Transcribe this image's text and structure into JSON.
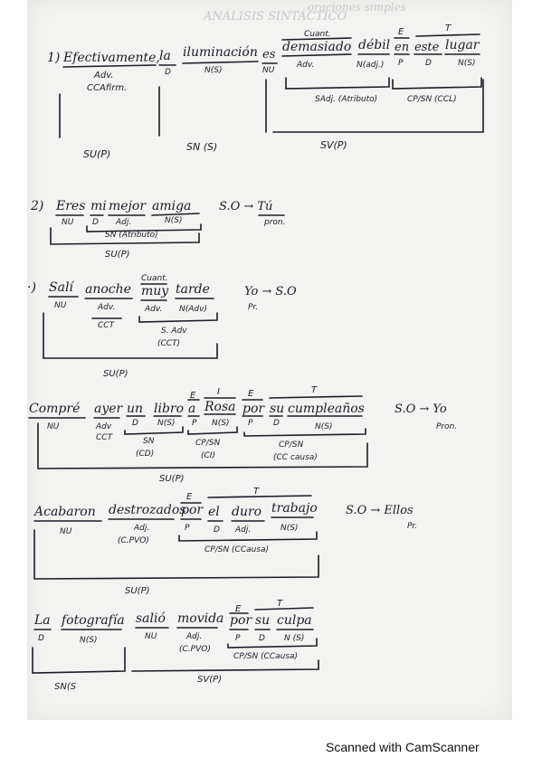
{
  "bleed_through": [
    "ANÁLISIS SINTÁCTICO",
    "oraciones simples"
  ],
  "s1": {
    "num": "1)",
    "w1": "Efectivamente,",
    "w2": "la",
    "w3": "iluminación",
    "w4": "es",
    "w5": "demasiado",
    "w6": "débil",
    "w7": "en",
    "w8": "este",
    "w9": "lugar",
    "t_adv": "Adv.",
    "t_ccafirm": "CCAfirm.",
    "t_d": "D",
    "t_ns": "N(S)",
    "t_nu": "NU",
    "t_adv2": "Adv.",
    "t_cuant": "Cuant.",
    "t_nadj": "N(adj.)",
    "t_e": "E",
    "t_p": "P",
    "t_t": "T",
    "t_d2": "D",
    "t_ns2": "N(S)",
    "g_sadj": "SAdj. (Atributo)",
    "g_cpsn": "CP/SN (CCL)",
    "g_sus": "SU(P)",
    "g_sns": "SN (S)",
    "g_svp": "SV(P)"
  },
  "s2": {
    "num": "2)",
    "w1": "Eres",
    "w2": "mi",
    "w3": "mejor",
    "w4": "amiga",
    "t_nu": "NU",
    "t_d": "D",
    "t_adj": "Adj.",
    "t_ns": "N(S)",
    "g_sn": "SN (Atributo)",
    "g_sup": "SU(P)",
    "so": "S.O → Tú",
    "so_pron": "pron."
  },
  "s3": {
    "num": "·)",
    "w1": "Salí",
    "w2": "anoche",
    "w3": "muy",
    "w4": "tarde",
    "t_nu": "NU",
    "t_adv": "Adv.",
    "t_cct": "CCT",
    "t_cuant": "Cuant.",
    "t_adv2": "Adv.",
    "t_nadv": "N(Adv)",
    "g_sadv": "S. Adv",
    "g_cct": "(CCT)",
    "g_sup": "SU(P)",
    "so": "Yo → S.O",
    "so_pr": "Pr."
  },
  "s4": {
    "w1": "Compré",
    "w2": "ayer",
    "w3": "un",
    "w4": "libro",
    "w5": "a",
    "w6": "Rosa",
    "w7": "por",
    "w8": "su",
    "w9": "cumpleaños",
    "t_nu": "NU",
    "t_adv": "Adv",
    "t_cct": "CCT",
    "t_d": "D",
    "t_ns": "N(S)",
    "t_e": "E",
    "t_p": "P",
    "t_i": "I",
    "t_ns2": "N(S)",
    "t_e2": "E",
    "t_p2": "P",
    "t_d2": "D",
    "t_t": "T",
    "t_ns3": "N(S)",
    "g_sn": "SN",
    "g_cd": "(CD)",
    "g_cpsn": "CP/SN",
    "g_ci": "(CI)",
    "g_cpsn2": "CP/SN",
    "g_cccausa": "(CC causa)",
    "g_sup": "SU(P)",
    "so": "S.O → Yo",
    "so_pron": "Pron."
  },
  "s5": {
    "w1": "Acabaron",
    "w2": "destrozados",
    "w3": "por",
    "w4": "el",
    "w5": "duro",
    "w6": "trabajo",
    "t_nu": "NU",
    "t_adj": "Adj.",
    "t_cpvo": "(C.PVO)",
    "t_e": "E",
    "t_p": "P",
    "t_d": "D",
    "t_adj2": "Adj.",
    "t_t": "T",
    "t_ns": "N(S)",
    "g_cpsn": "CP/SN (CCausa)",
    "g_sup": "SU(P)",
    "so": "S.O → Ellos",
    "so_pr": "Pr."
  },
  "s6": {
    "w1": "La",
    "w2": "fotografía",
    "w3": "salió",
    "w4": "movida",
    "w5": "por",
    "w6": "su",
    "w7": "culpa",
    "t_d": "D",
    "t_ns": "N(S)",
    "t_nu": "NU",
    "t_adj": "Adj.",
    "t_cpvo": "(C.PVO)",
    "t_e": "E",
    "t_p": "P",
    "t_d2": "D",
    "t_t": "T",
    "t_ns2": "N (S)",
    "g_cpsn": "CP/SN (CCausa)",
    "g_sns": "SN(S",
    "g_svp": "SV(P)"
  },
  "footer": "Scanned with CamScanner"
}
